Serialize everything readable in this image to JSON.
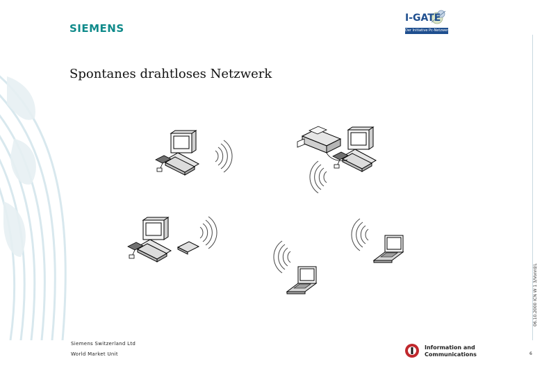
{
  "header": {
    "brand": "SIEMENS"
  },
  "igate": {
    "title": "I-GATE",
    "subtitle": "Der Initiative Pc-Netzwerk"
  },
  "slide": {
    "title": "Spontanes drahtloses Netzwerk"
  },
  "side": {
    "code": "06.10.2000  ICN W 1 3/Vonrd/L"
  },
  "footer": {
    "line1": "Siemens Switzerland Ltd",
    "line2": "World Market Unit",
    "ic_line1": "Information and",
    "ic_line2": "Communications",
    "page": "6"
  },
  "colors": {
    "siemens_teal": "#0f8a8a",
    "igate_blue": "#1f4f8f",
    "ic_red": "#c0282d"
  },
  "icons": [
    "globe-watermark",
    "desktop-computer-icon",
    "laptop-icon",
    "printer-icon",
    "wireless-signal-icon"
  ]
}
